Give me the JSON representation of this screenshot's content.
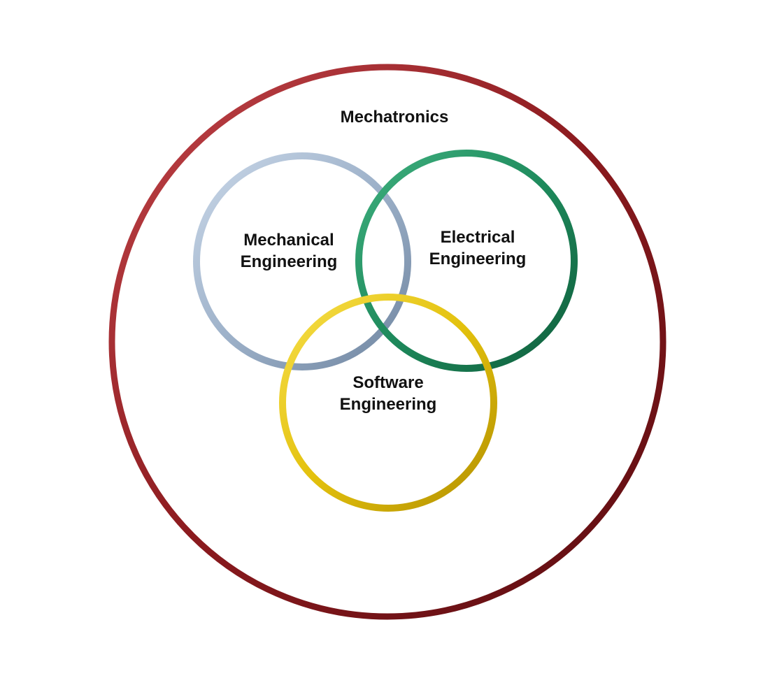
{
  "diagram": {
    "outer": {
      "label": "Mechatronics",
      "color": "#8b1a1e"
    },
    "mechanical": {
      "line1": "Mechanical",
      "line2": "Engineering",
      "color": "#9db1c9"
    },
    "electrical": {
      "line1": "Electrical",
      "line2": "Engineering",
      "color": "#1e8a5c"
    },
    "software": {
      "line1": "Software",
      "line2": "Engineering",
      "color": "#e3c10d"
    }
  }
}
